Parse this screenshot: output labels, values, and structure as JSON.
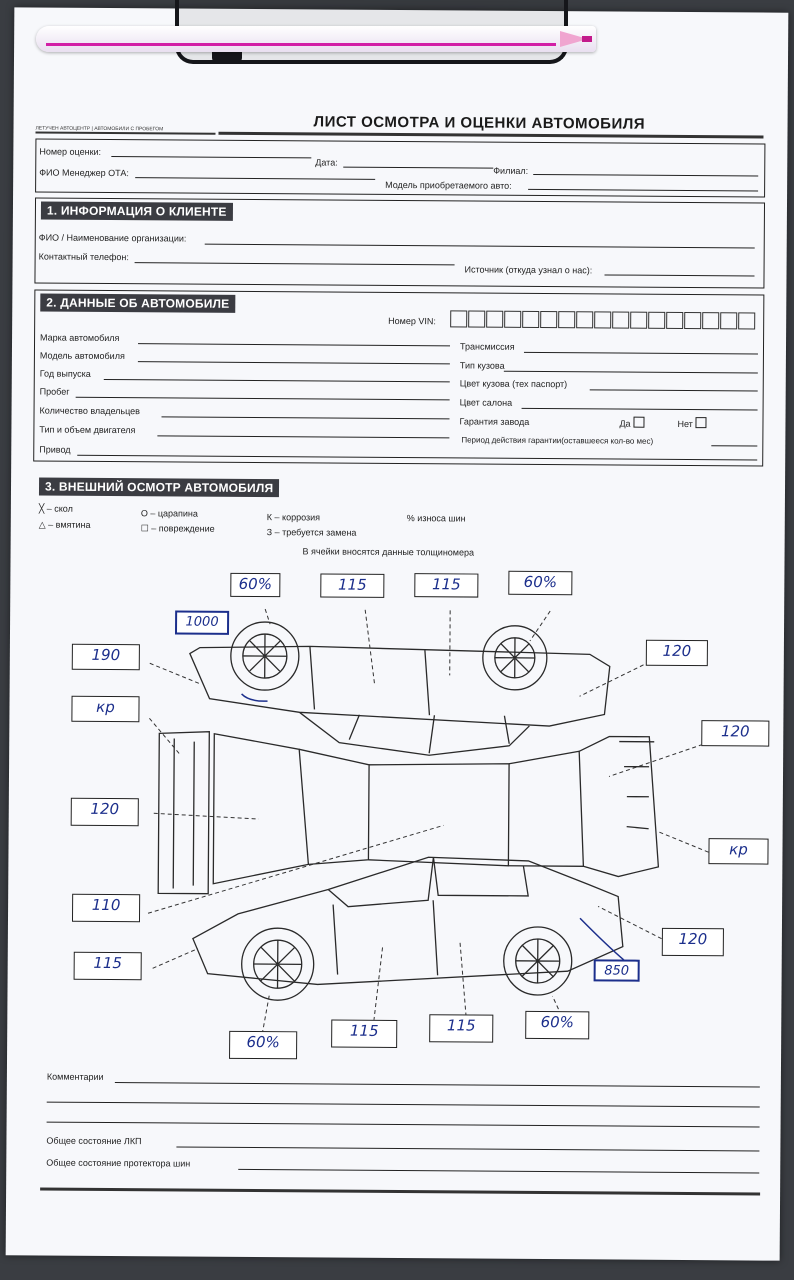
{
  "header": {
    "tiny_note": "ЛЕТУЧЕН АВТОЦЕНТР | АВТОМОБИЛИ С ПРОБЕГОМ",
    "title": "ЛИСТ ОСМОТРА И ОЦЕНКИ АВТОМОБИЛЯ",
    "number_label": "Номер оценки:",
    "date_label": "Дата:",
    "branch_label": "Филиал:",
    "manager_label": "ФИО Менеджер ОТА:",
    "model_label": "Модель приобретаемого авто:"
  },
  "section1": {
    "title": "1. ИНФОРМАЦИЯ О КЛИЕНТЕ",
    "name_label": "ФИО / Наименование организации:",
    "phone_label": "Контактный телефон:",
    "source_label": "Источник (откуда узнал о нас):"
  },
  "section2": {
    "title": "2. ДАННЫЕ ОБ АВТОМОБИЛЕ",
    "vin_label": "Номер VIN:",
    "brand_label": "Марка автомобиля",
    "model_label": "Модель автомобиля",
    "year_label": "Год выпуска",
    "mileage_label": "Пробег",
    "owners_label": "Количество владельцев",
    "engine_label": "Тип и объем двигателя",
    "drive_label": "Привод",
    "transmission_label": "Трансмиссия",
    "body_label": "Тип кузова",
    "body_color_label": "Цвет кузова (тех паспорт)",
    "interior_color_label": "Цвет салона",
    "warranty_label": "Гарантия завода",
    "yes_label": "Да",
    "no_label": "Нет",
    "warranty_period_label": "Период действия гарантии(оставшееся кол-во мес)"
  },
  "section3": {
    "title": "3. ВНЕШНИЙ ОСМОТР АВТОМОБИЛЯ",
    "legend": {
      "chip": "╳ – скол",
      "dent": "△ – вмятина",
      "scratch": "О – царапина",
      "damage": "☐ – повреждение",
      "corrosion": "К – коррозия",
      "replace": "З – требуется замена",
      "wear": "% износа шин"
    },
    "note": "В ячейки вносятся данные толщиномера"
  },
  "readings": {
    "top_tire_left": "60%",
    "top_door_left": "115",
    "top_door_right": "115",
    "top_tire_right": "60%",
    "blue_left": "1000",
    "fender_rear_left": "190",
    "fender_front_top": "120",
    "bumper_rear_left": "кр",
    "bumper_front_right": "120",
    "trunk": "120",
    "bumper_front_mark": "кр",
    "roof": "110",
    "fender_front_left": "115",
    "fender_rear_right": "120",
    "blue_right": "850",
    "bottom_tire_left": "60%",
    "bottom_door_left": "115",
    "bottom_door_right": "115",
    "bottom_tire_right": "60%"
  },
  "footer": {
    "comments_label": "Комментарии",
    "paint_label": "Общее состояние ЛКП",
    "tread_label": "Общее состояние протектора шин"
  }
}
